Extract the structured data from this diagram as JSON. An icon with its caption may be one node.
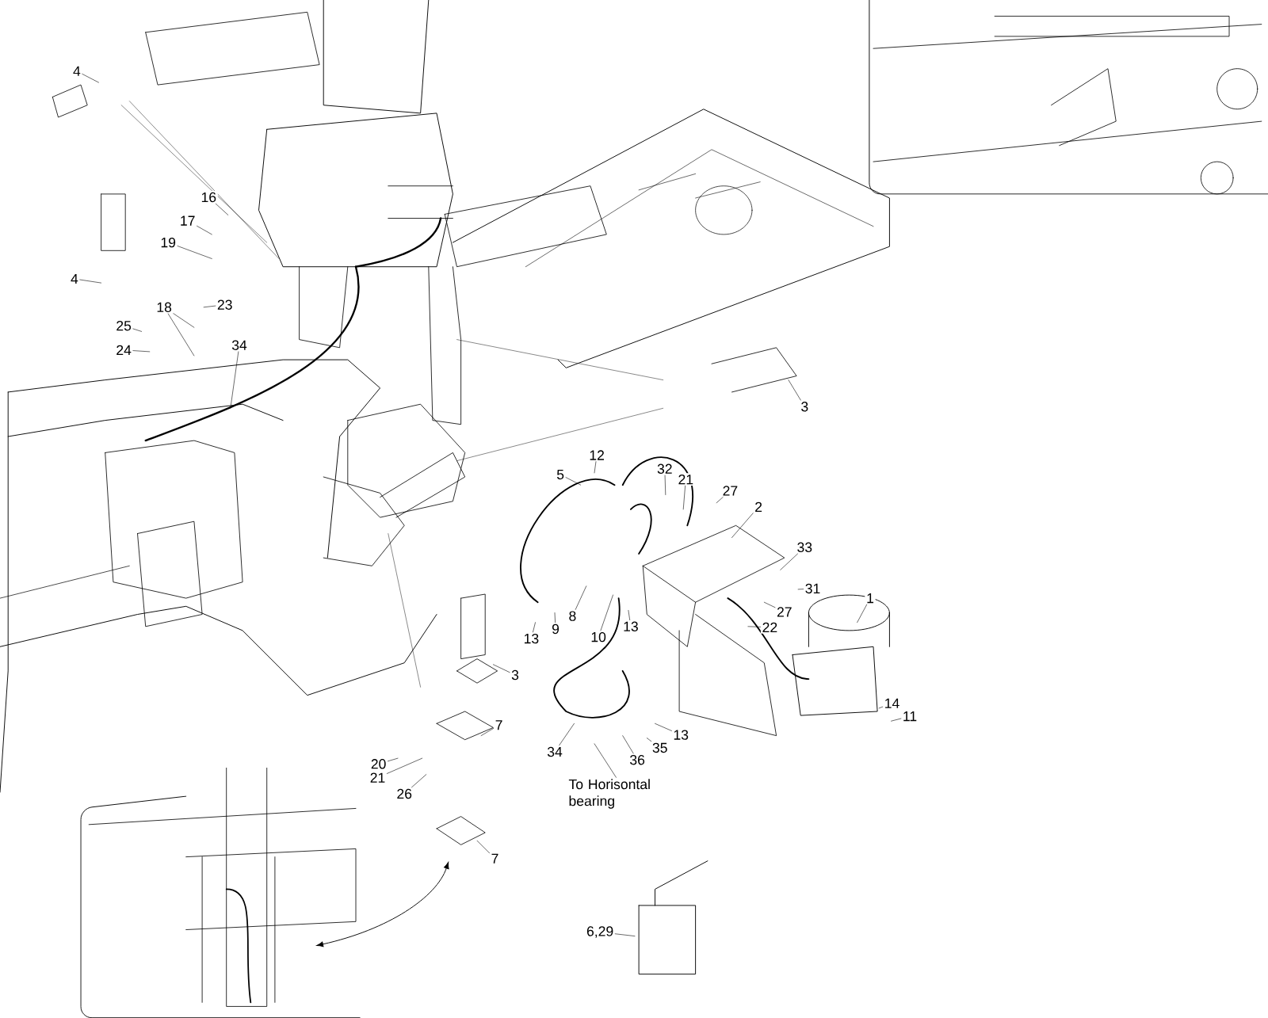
{
  "diagram": {
    "nodes": [
      {
        "text": [
          "4"
        ]
      },
      {
        "text": [
          "16"
        ]
      },
      {
        "text": [
          "17"
        ]
      },
      {
        "text": [
          "19"
        ]
      },
      {
        "text": [
          "4"
        ]
      },
      {
        "text": [
          "18"
        ]
      },
      {
        "text": [
          "23"
        ]
      },
      {
        "text": [
          "25"
        ]
      },
      {
        "text": [
          "24"
        ]
      },
      {
        "text": [
          "34"
        ]
      },
      {
        "text": [
          "3"
        ]
      },
      {
        "text": [
          "12"
        ]
      },
      {
        "text": [
          "5"
        ]
      },
      {
        "text": [
          "32"
        ]
      },
      {
        "text": [
          "21"
        ]
      },
      {
        "text": [
          "27"
        ]
      },
      {
        "text": [
          "2"
        ]
      },
      {
        "text": [
          "33"
        ]
      },
      {
        "text": [
          "31"
        ]
      },
      {
        "text": [
          "27"
        ]
      },
      {
        "text": [
          "1"
        ]
      },
      {
        "text": [
          "13"
        ]
      },
      {
        "text": [
          "9"
        ]
      },
      {
        "text": [
          "8"
        ]
      },
      {
        "text": [
          "10"
        ]
      },
      {
        "text": [
          "13"
        ]
      },
      {
        "text": [
          "22"
        ]
      },
      {
        "text": [
          "3"
        ]
      },
      {
        "text": [
          "14"
        ]
      },
      {
        "text": [
          "11"
        ]
      },
      {
        "text": [
          "7"
        ]
      },
      {
        "text": [
          "34"
        ]
      },
      {
        "text": [
          "13"
        ]
      },
      {
        "text": [
          "35"
        ]
      },
      {
        "text": [
          "36"
        ]
      },
      {
        "text": [
          "20"
        ]
      },
      {
        "text": [
          "21"
        ]
      },
      {
        "text": [
          "26"
        ]
      },
      {
        "text": [
          "7"
        ]
      },
      {
        "text": [
          "6,29"
        ]
      },
      {
        "text": [
          "To Horisontal bearing"
        ]
      }
    ],
    "edges": [
      {
        "from": 0,
        "to": null,
        "arrow": "none"
      },
      {
        "from": 1,
        "to": null,
        "arrow": "none"
      },
      {
        "from": 2,
        "to": null,
        "arrow": "none"
      },
      {
        "from": 3,
        "to": null,
        "arrow": "none"
      },
      {
        "from": 4,
        "to": null,
        "arrow": "none"
      },
      {
        "from": 5,
        "to": null,
        "arrow": "none"
      },
      {
        "from": 5,
        "to": null,
        "arrow": "none"
      },
      {
        "from": 6,
        "to": null,
        "arrow": "none"
      },
      {
        "from": 7,
        "to": null,
        "arrow": "none"
      },
      {
        "from": 8,
        "to": null,
        "arrow": "none"
      },
      {
        "from": 9,
        "to": null,
        "arrow": "none"
      },
      {
        "from": 10,
        "to": null,
        "arrow": "none"
      },
      {
        "from": 11,
        "to": null,
        "arrow": "none"
      },
      {
        "from": 12,
        "to": null,
        "arrow": "none"
      },
      {
        "from": 13,
        "to": null,
        "arrow": "none"
      },
      {
        "from": 14,
        "to": null,
        "arrow": "none"
      },
      {
        "from": 15,
        "to": null,
        "arrow": "none"
      },
      {
        "from": 16,
        "to": null,
        "arrow": "none"
      },
      {
        "from": 17,
        "to": null,
        "arrow": "none"
      },
      {
        "from": 18,
        "to": null,
        "arrow": "none"
      },
      {
        "from": 19,
        "to": null,
        "arrow": "none"
      },
      {
        "from": 20,
        "to": null,
        "arrow": "none"
      },
      {
        "from": 21,
        "to": null,
        "arrow": "none"
      },
      {
        "from": 22,
        "to": null,
        "arrow": "none"
      },
      {
        "from": 23,
        "to": null,
        "arrow": "none"
      },
      {
        "from": 24,
        "to": null,
        "arrow": "none"
      },
      {
        "from": 25,
        "to": null,
        "arrow": "none"
      },
      {
        "from": 26,
        "to": null,
        "arrow": "none"
      },
      {
        "from": 27,
        "to": null,
        "arrow": "none"
      },
      {
        "from": 28,
        "to": null,
        "arrow": "none"
      },
      {
        "from": 29,
        "to": null,
        "arrow": "none"
      },
      {
        "from": 30,
        "to": null,
        "arrow": "none"
      },
      {
        "from": 31,
        "to": null,
        "arrow": "none"
      },
      {
        "from": 32,
        "to": null,
        "arrow": "none"
      },
      {
        "from": 33,
        "to": null,
        "arrow": "none"
      },
      {
        "from": 34,
        "to": null,
        "arrow": "none"
      },
      {
        "from": 35,
        "to": null,
        "arrow": "none"
      },
      {
        "from": 36,
        "to": null,
        "arrow": "none"
      },
      {
        "from": 37,
        "to": null,
        "arrow": "none"
      },
      {
        "from": 38,
        "to": null,
        "arrow": "none"
      },
      {
        "from": 39,
        "to": null,
        "arrow": "none"
      },
      {
        "from": 40,
        "to": null,
        "arrow": "none"
      }
    ]
  }
}
